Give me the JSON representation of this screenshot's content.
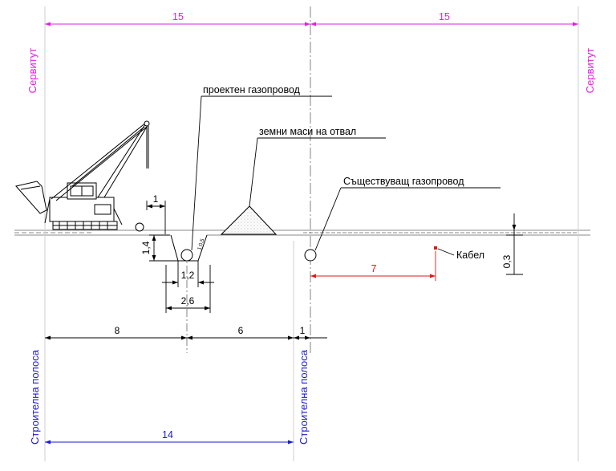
{
  "colors": {
    "servitude": "#e020e0",
    "strip": "#1a1ad0",
    "cable": "#e01818",
    "ink": "#000000",
    "ground": "#9a9a9a"
  },
  "servitude": {
    "label_left": "Сервитут",
    "label_right": "Сервитут",
    "dim_left": "15",
    "dim_right": "15"
  },
  "construction_strip": {
    "label_left": "Строителна полоса",
    "label_right": "Строителна полоса",
    "width": "14"
  },
  "callouts": {
    "new_pipeline": "проектен газопровод",
    "spoil": "земни маси на отвал",
    "existing_pipeline": "Съществуващ газопровод",
    "cable": "Кабел"
  },
  "trench": {
    "offset": "1",
    "depth": "1,4",
    "bottom_width": "1,2",
    "top_width": "2,6",
    "slope": "1:0,5"
  },
  "cable_dims": {
    "distance": "7",
    "depth": "0,3"
  },
  "strip_dims": {
    "left": "8",
    "middle": "6",
    "right": "1"
  }
}
